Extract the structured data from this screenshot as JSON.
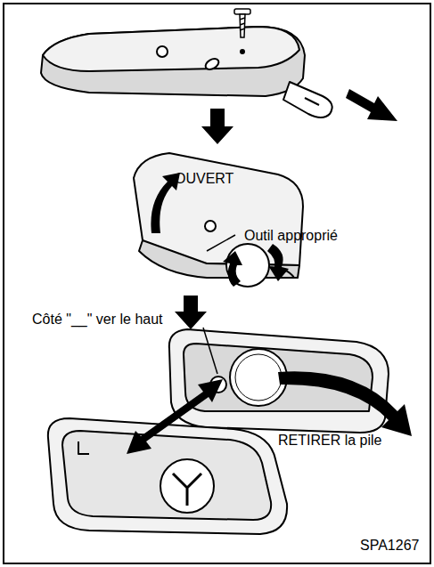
{
  "diagram": {
    "labels": [
      "OUVERT",
      "Outil approprié",
      "Côté \"__\" ver le haut",
      "RETIRER la pile",
      "SPA1267"
    ]
  }
}
